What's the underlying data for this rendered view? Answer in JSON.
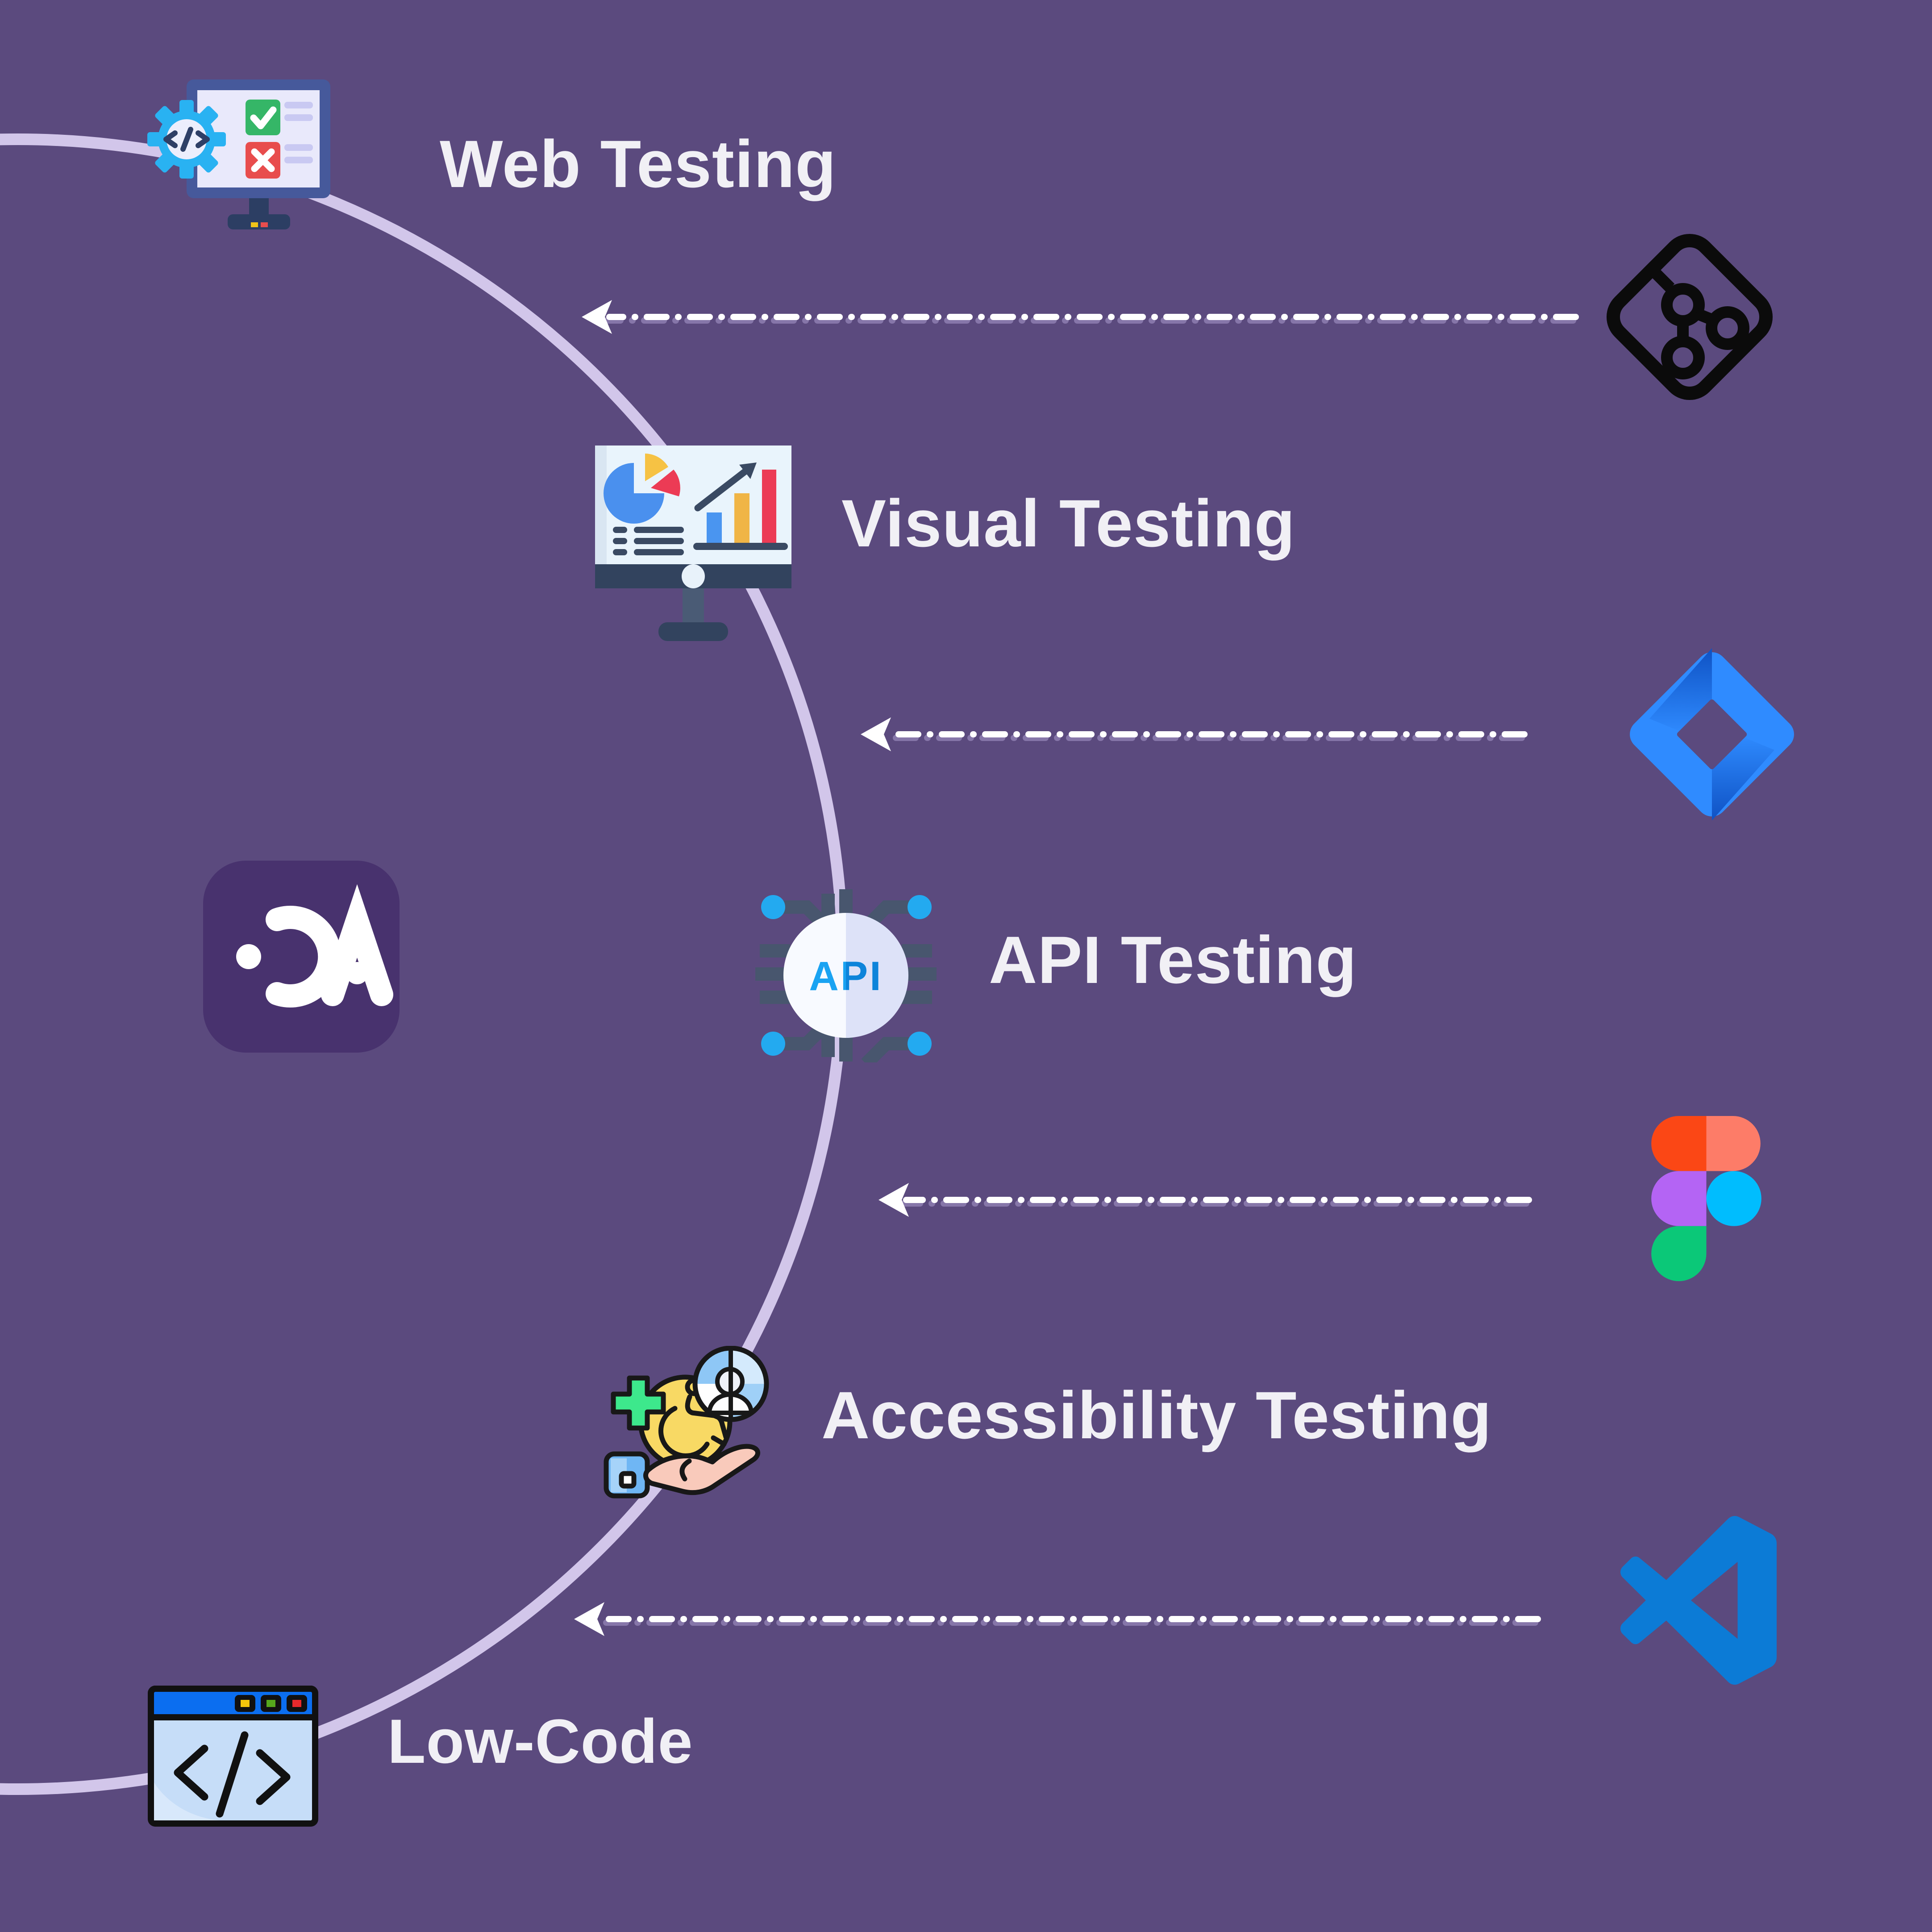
{
  "canvas": {
    "background_color": "#5b4a7e",
    "curve_color": "#d2c6ea",
    "arrow_color": "#ffffff",
    "label_color": "#f1f0f5"
  },
  "nodes": [
    {
      "id": "web",
      "label": "Web Testing"
    },
    {
      "id": "visual",
      "label": "Visual Testing"
    },
    {
      "id": "api",
      "label": "API Testing"
    },
    {
      "id": "accessibility",
      "label": "Accessibility Testing"
    },
    {
      "id": "lowcode",
      "label": "Low-Code"
    }
  ],
  "tools": [
    {
      "name": "git-logo",
      "color": "#0b0b0b"
    },
    {
      "name": "jira-logo",
      "color": "#2f8bff"
    },
    {
      "name": "figma-logo",
      "colors": [
        "#fb4715",
        "#fd7c68",
        "#b464f4",
        "#00bdfe",
        "#0bc878"
      ]
    },
    {
      "name": "visual-studio-logo",
      "color": "#0c7bd6"
    }
  ],
  "da_logo": {
    "text": "DA",
    "background": "#48326e",
    "glyph_color": "#ffffff"
  },
  "api_chip": {
    "text": "API",
    "text_color": "#1598ec"
  }
}
